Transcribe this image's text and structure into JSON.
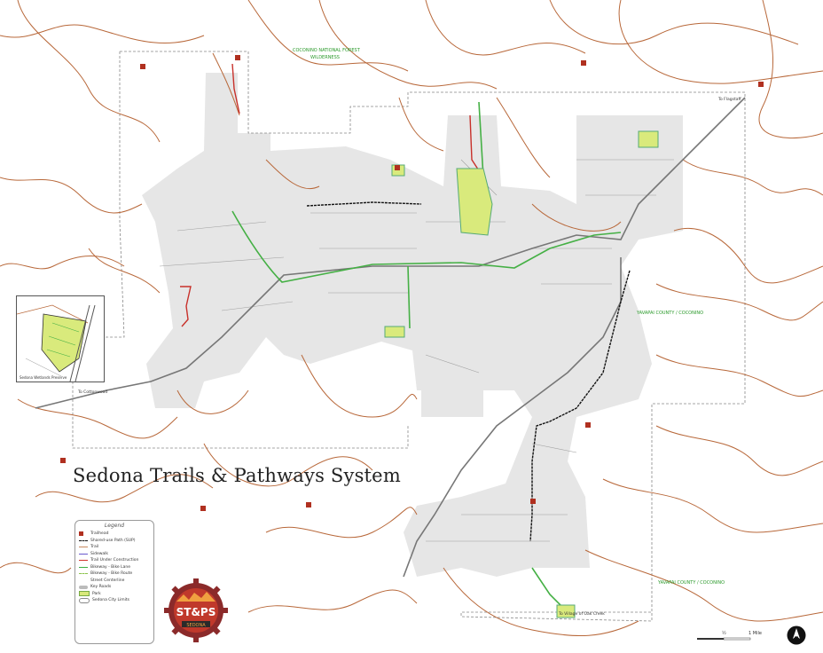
{
  "title": "Sedona Trails & Pathways System",
  "legend": {
    "heading": "Legend",
    "items": [
      {
        "label": "Trailhead",
        "swatch": "#b03020",
        "kind": "trailhead"
      },
      {
        "label": "Shared-use Path (SUP)",
        "swatch": "#111111",
        "kind": "sup"
      },
      {
        "label": "Trail",
        "swatch": "#c8895f",
        "kind": "trail"
      },
      {
        "label": "Sidewalk",
        "swatch": "#6a5acd",
        "kind": "sidewalk"
      },
      {
        "label": "Trail Under Construction",
        "swatch": "#d0342c",
        "kind": "construction"
      },
      {
        "label": "Bikeway - Bike Lane",
        "swatch": "#3cb043",
        "kind": "bikelane"
      },
      {
        "label": "Bikeway - Bike Route",
        "swatch": "#8bc34a",
        "kind": "bikeroute"
      },
      {
        "label": "Street Centerline",
        "swatch": "#aaaaaa",
        "kind": "header"
      },
      {
        "label": "Key Roads",
        "swatch": "#bbbbbb",
        "kind": "keyroads"
      },
      {
        "label": "Park",
        "swatch": "#d8e87a",
        "kind": "park"
      },
      {
        "label": "Sedona City Limits",
        "swatch": "#888888",
        "kind": "limits"
      }
    ]
  },
  "logo": {
    "text": "ST&PS",
    "sub": "SEDONA"
  },
  "scale": {
    "mid": "½",
    "end": "1 Mile"
  },
  "inset_caption": "Sedona Wetlands Preserve",
  "labels": {
    "yavapai": "YAVAPAI COUNTY / COCONINO",
    "coconino_top": "COCONINO NATIONAL FOREST",
    "wilderness": "WILDERNESS",
    "to_cottonwood": "To Cottonwood",
    "to_flagstaff": "To Flagstaff",
    "to_village": "To Village of Oak Creek"
  },
  "colors": {
    "city": "#e6e6e6",
    "trail": "#b8683a",
    "street": "#a0a0a0",
    "sup": "#111111",
    "bike": "#45b045",
    "park": "#d9ea7c",
    "construction": "#c8302a",
    "limits": "#888888",
    "logo_bg": "#8b2a2a"
  }
}
